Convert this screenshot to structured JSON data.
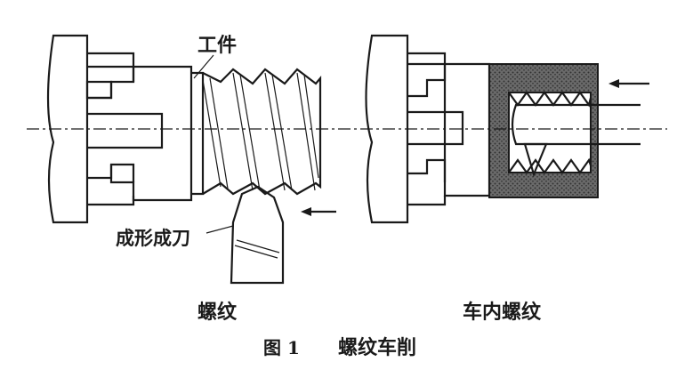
{
  "left_view": {
    "workpiece_label": "工件",
    "tool_label": "成形成刀",
    "caption": "螺纹"
  },
  "right_view": {
    "caption": "车内螺纹"
  },
  "figure_caption": {
    "number": "图 1",
    "title": "螺纹车削"
  },
  "colors": {
    "ink": "#1a1a1a",
    "hatch_fill": "#555555",
    "background": "#ffffff"
  }
}
